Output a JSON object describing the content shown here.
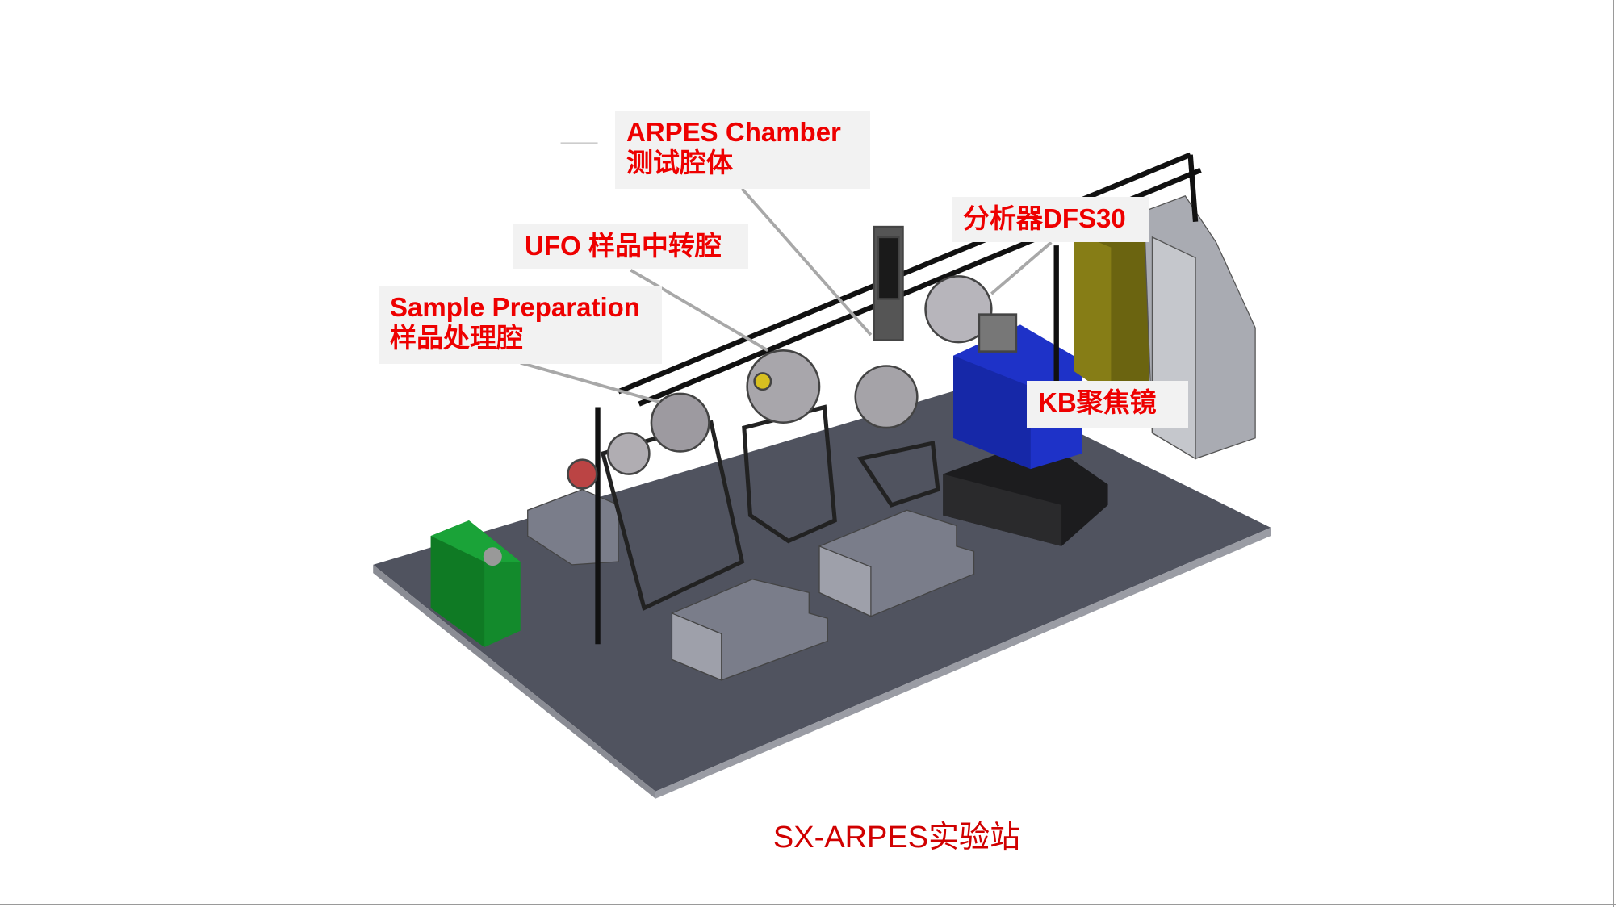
{
  "labels": {
    "arpes": {
      "en": "ARPES Chamber",
      "zh": "测试腔体"
    },
    "ufo": {
      "text": "UFO 样品中转腔"
    },
    "sample_prep": {
      "en": "Sample Preparation",
      "zh": "样品处理腔"
    },
    "analyzer": {
      "text": "分析器DFS30"
    },
    "kb": {
      "text": "KB聚焦镜"
    }
  },
  "title": "SX-ARPES实验站",
  "colors": {
    "label_text": "#ee0000",
    "title_text": "#d00000",
    "label_bg": "#f2f2f2",
    "platform": "#50535f"
  }
}
